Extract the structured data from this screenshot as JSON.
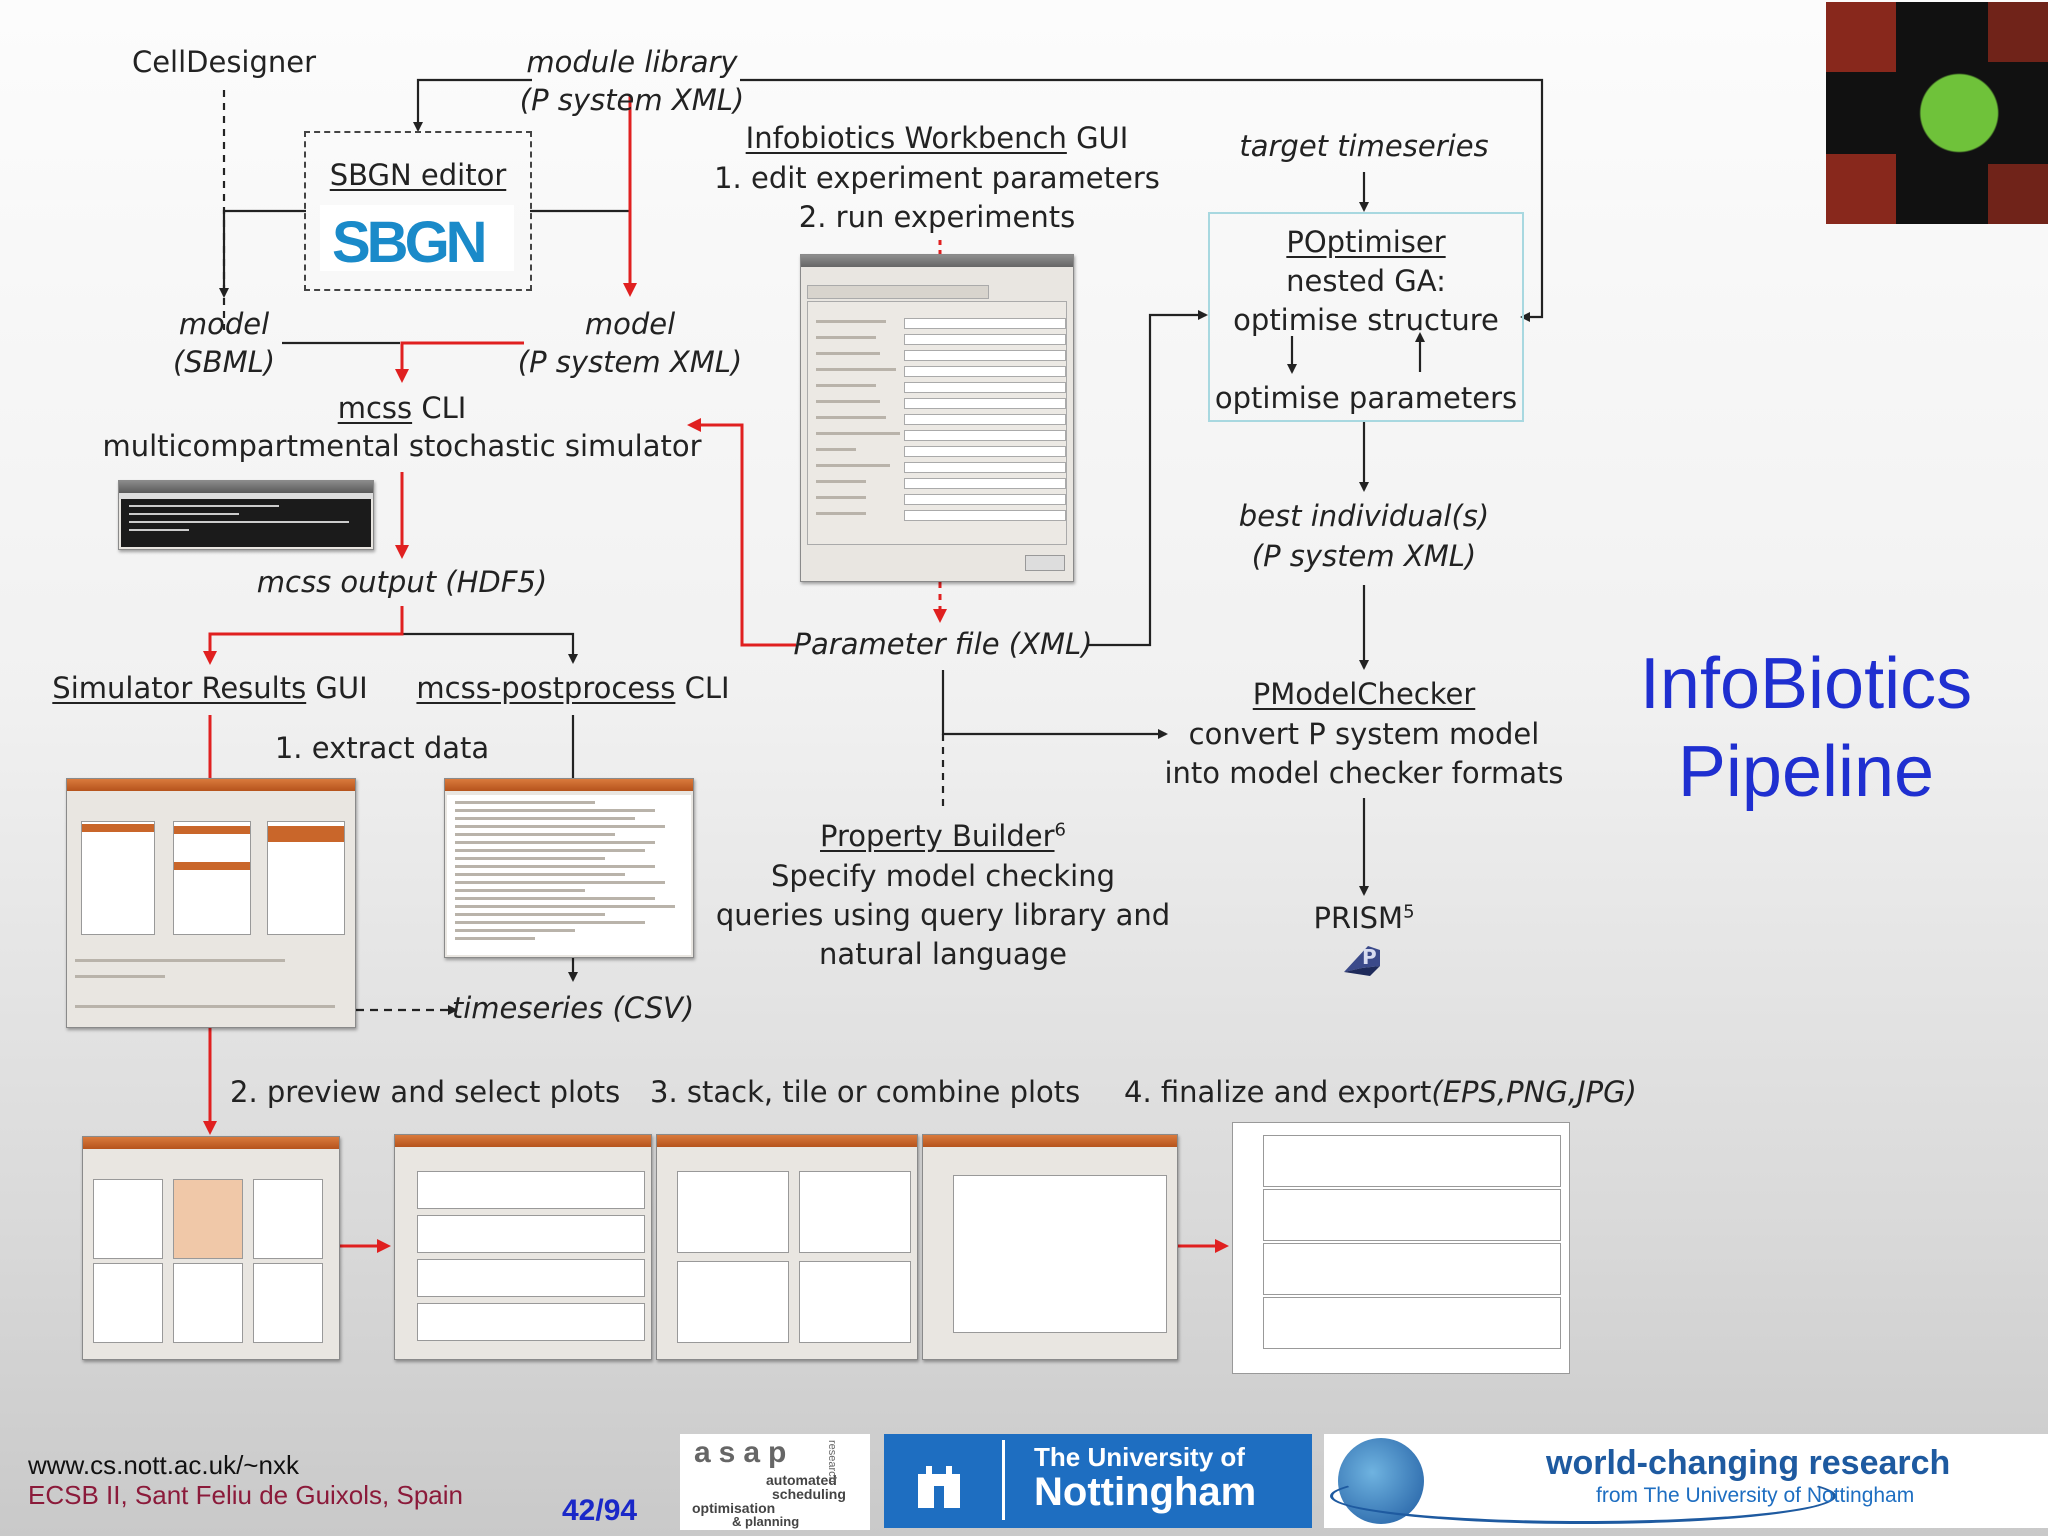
{
  "title": {
    "line1": "InfoBiotics",
    "line2": "Pipeline"
  },
  "nodes": {
    "celldesigner": "CellDesigner",
    "module_library_1": "module library",
    "module_library_2": "(P system XML)",
    "sbgn_editor": "SBGN editor",
    "sbgn_logo": "SBGN",
    "model_sbml_1": "model",
    "model_sbml_2": "(SBML)",
    "model_psys_1": "model",
    "model_psys_2": "(P system XML)",
    "mcss_cli_a": "mcss",
    "mcss_cli_b": " CLI",
    "mcss_desc": "multicompartmental stochastic simulator",
    "mcss_output": "mcss output (HDF5)",
    "sim_results_a": "Simulator Results",
    "sim_results_b": " GUI",
    "postprocess_a": "mcss-postprocess",
    "postprocess_b": " CLI",
    "extract_data": "1. extract data",
    "timeseries_csv": "timeseries (CSV)",
    "workbench_a": "Infobiotics Workbench",
    "workbench_b": " GUI",
    "workbench_step1": "1. edit experiment parameters",
    "workbench_step2": "2. run experiments",
    "parameter_file": "Parameter file (XML)",
    "target_timeseries": "target timeseries",
    "poptimiser": "POptimiser",
    "nested_ga": "nested GA:",
    "optimise_structure": "optimise structure",
    "optimise_parameters": "optimise parameters",
    "best_individuals_1": "best individual(s)",
    "best_individuals_2": "(P system XML)",
    "pmodelchecker": "PModelChecker",
    "pmc_line1": "convert P system model",
    "pmc_line2": "into model checker formats",
    "property_builder": "Property Builder",
    "property_builder_sup": "6",
    "pb_line1": "Specify model checking",
    "pb_line2": "queries using query library and",
    "pb_line3": "natural language",
    "prism": "PRISM",
    "prism_sup": "5"
  },
  "steps": {
    "step2": "2. preview and select plots",
    "step3": "3. stack, tile or combine plots",
    "step4a": "4. finalize and export",
    "step4b": "(EPS,PNG,JPG)"
  },
  "footer": {
    "url": "www.cs.nott.ac.uk/~nxk",
    "event": "ECSB II, Sant Feliu de Guixols, Spain",
    "page": "42/94",
    "asap_title": "asap",
    "asap_line1": "automated",
    "asap_line2": "scheduling",
    "asap_line3": "optimisation",
    "asap_line4": "& planning",
    "asap_side": "research",
    "uon_line1": "The University of",
    "uon_line2": "Nottingham",
    "wcr_line1": "world-changing research",
    "wcr_line2": "from The University of Nottingham"
  },
  "colors": {
    "accent_red": "#e02020",
    "title_blue": "#1f2fd0",
    "footer_red": "#8b1a3a",
    "page_blue": "#1a28c8",
    "uon_blue": "#1e6ec1"
  }
}
